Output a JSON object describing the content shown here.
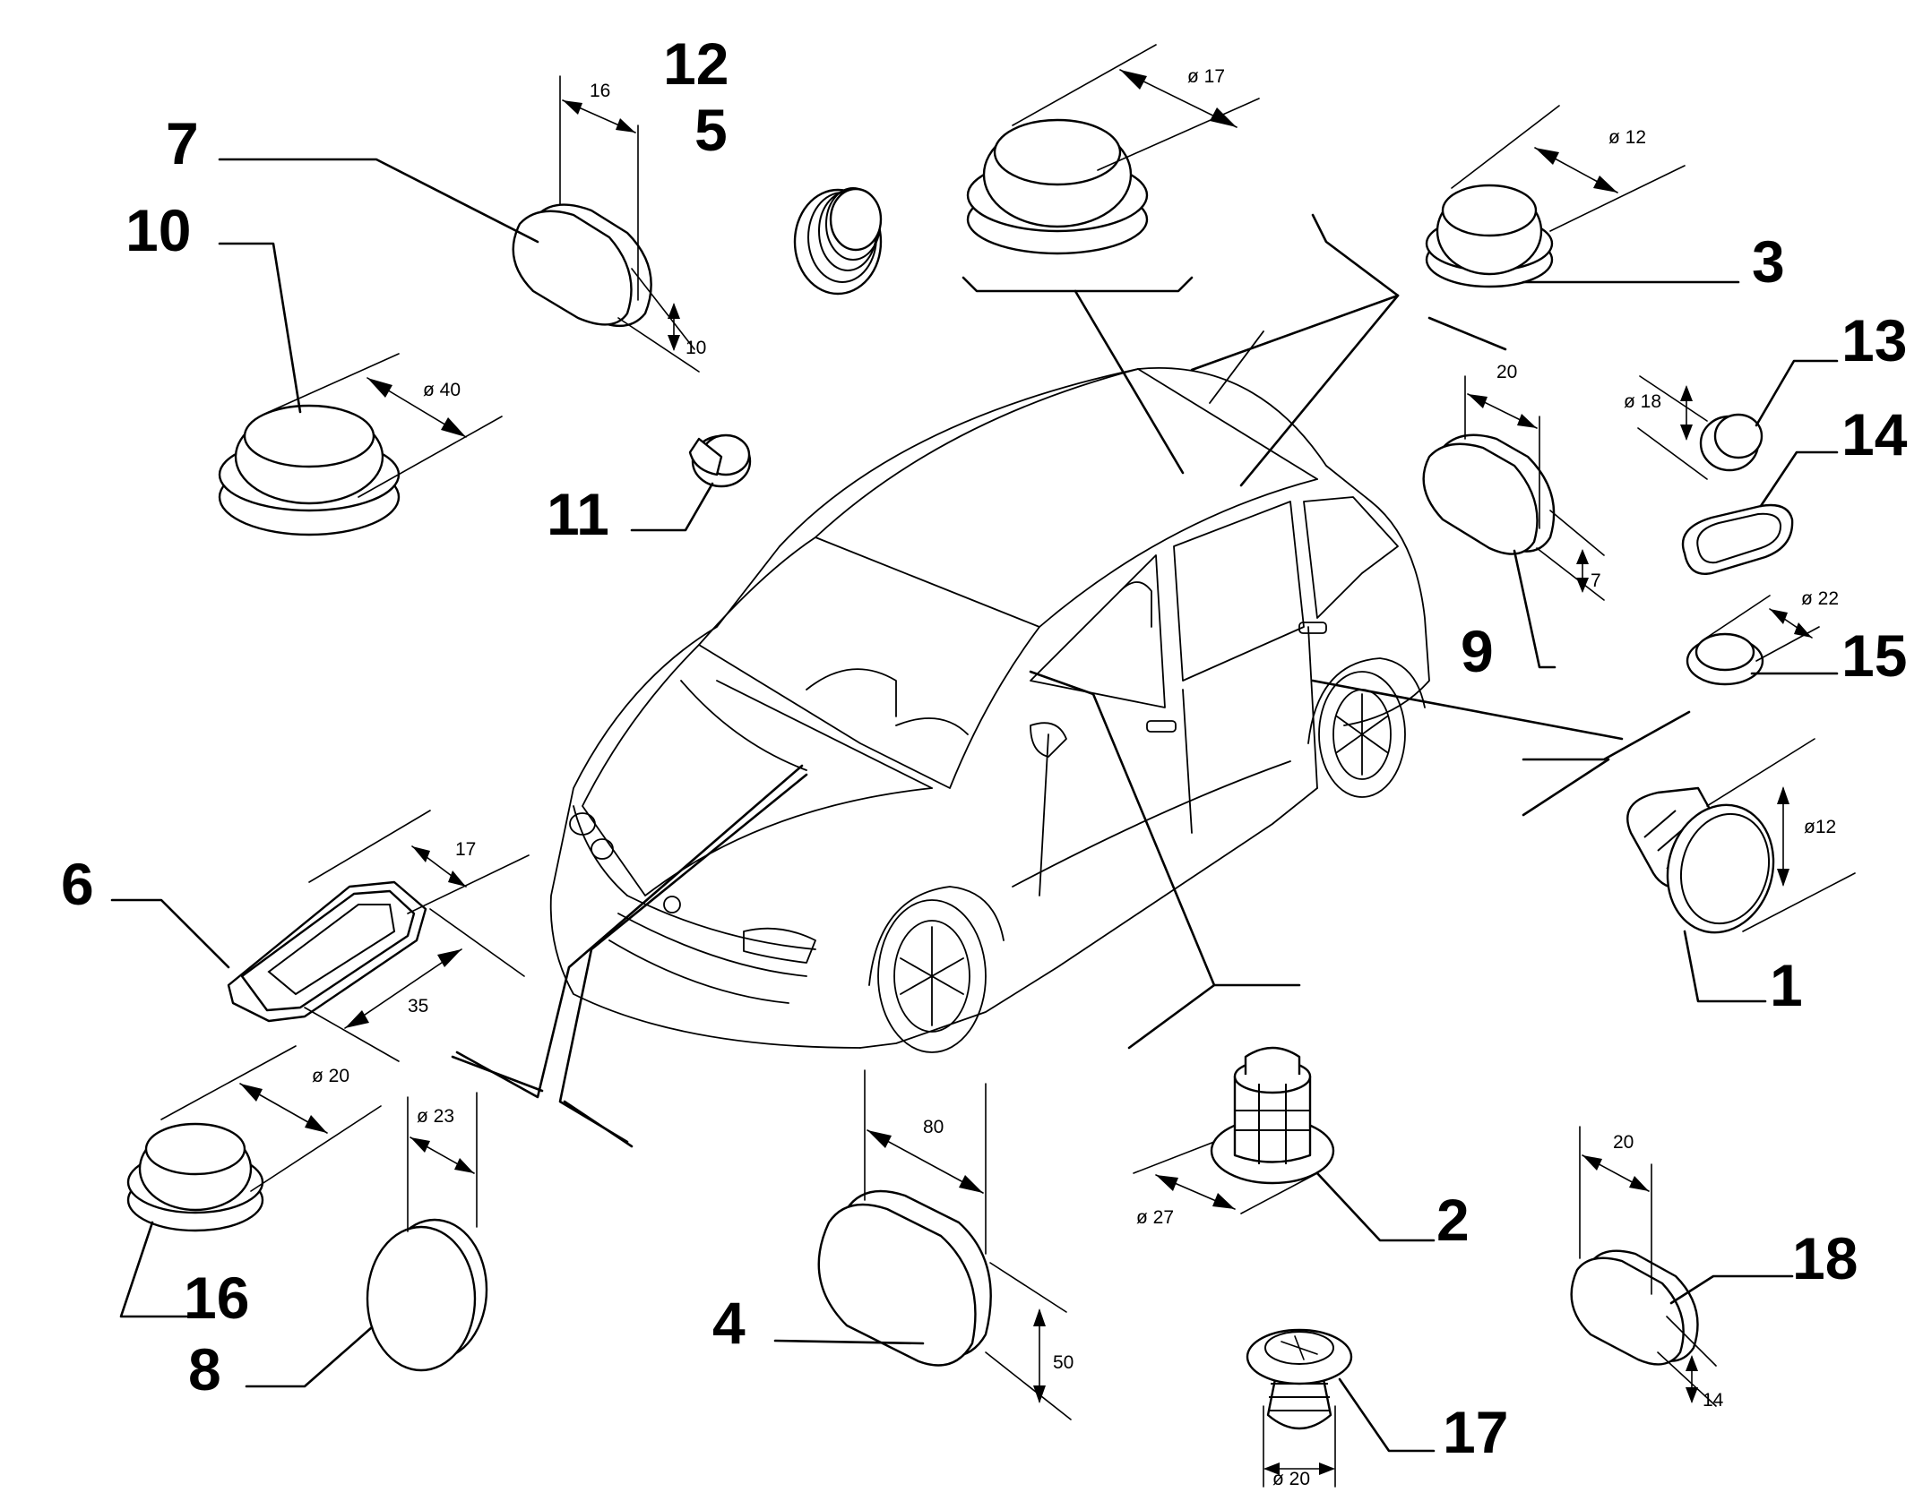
{
  "callouts": [
    {
      "id": "p1",
      "label": "1"
    },
    {
      "id": "p2",
      "label": "2"
    },
    {
      "id": "p3",
      "label": "3"
    },
    {
      "id": "p4",
      "label": "4"
    },
    {
      "id": "p5",
      "label": "5"
    },
    {
      "id": "p6",
      "label": "6"
    },
    {
      "id": "p7",
      "label": "7"
    },
    {
      "id": "p8",
      "label": "8"
    },
    {
      "id": "p9",
      "label": "9"
    },
    {
      "id": "p10",
      "label": "10"
    },
    {
      "id": "p11",
      "label": "11"
    },
    {
      "id": "p12",
      "label": "12"
    },
    {
      "id": "p13",
      "label": "13"
    },
    {
      "id": "p14",
      "label": "14"
    },
    {
      "id": "p15",
      "label": "15"
    },
    {
      "id": "p16",
      "label": "16"
    },
    {
      "id": "p17",
      "label": "17"
    },
    {
      "id": "p18",
      "label": "18"
    }
  ],
  "dimensions": {
    "d1": "ø12",
    "d2": "ø 27",
    "d3": "ø 12",
    "d4_len": "80",
    "d4_wid": "50",
    "d6_len": "35",
    "d6_wid": "17",
    "d7_len": "16",
    "d7_wid": "10",
    "d8": "ø 23",
    "d9_len": "20",
    "d9_wid": "7",
    "d10": "ø 40",
    "d12": "ø 17",
    "d13": "ø 18",
    "d15": "ø 22",
    "d16": "ø 20",
    "d17": "ø 20",
    "d18_len": "20",
    "d18_wid": "14"
  }
}
